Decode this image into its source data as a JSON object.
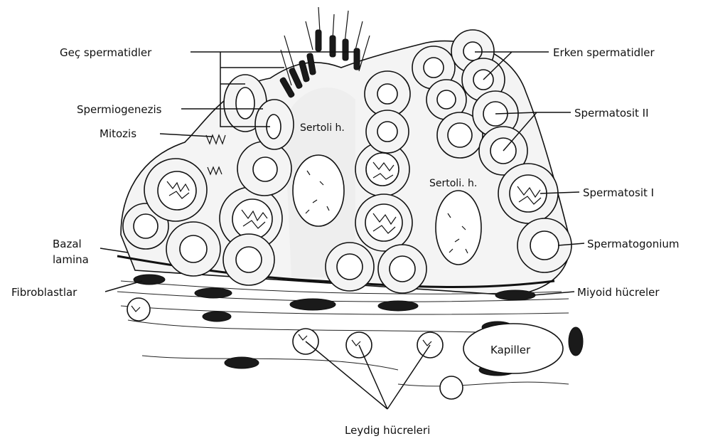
{
  "colors": {
    "ink": "#111111",
    "paper": "#ffffff",
    "stipple": "#f4f4f4"
  },
  "labels": {
    "gec_spermatidler": "Geç spermatidler",
    "spermiogenezis": "Spermiogenezis",
    "mitozis": "Mitozis",
    "bazal": "Bazal",
    "lamina": "lamina",
    "fibroblastlar": "Fibroblastlar",
    "erken_spermatidler": "Erken spermatidler",
    "spermatosit_2": "Spermatosit  II",
    "spermatosit_1": "Spermatosit   I",
    "spermatogonium": "Spermatogonium",
    "miyoid": "Miyoid hücreler",
    "kapiller": "Kapiller",
    "leydig": "Leydig hücreleri",
    "sertoli_1": "Sertoli h.",
    "sertoli_2": "Sertoli. h."
  }
}
